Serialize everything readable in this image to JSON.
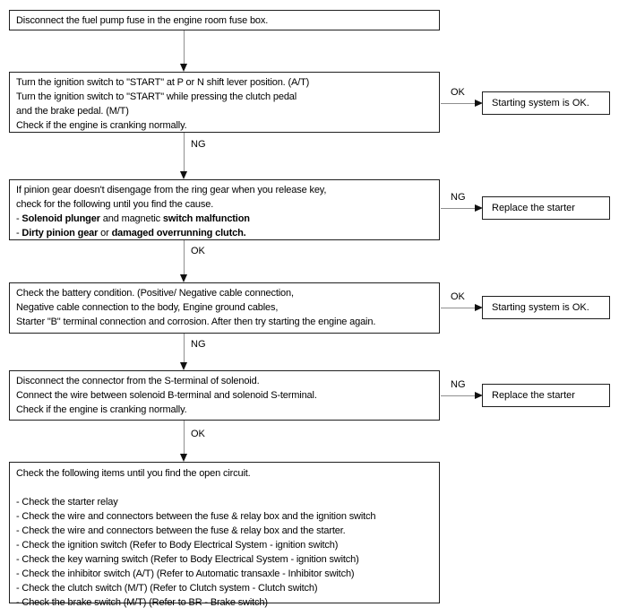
{
  "flowchart": {
    "steps": {
      "s1": {
        "l1": "Disconnect the fuel pump fuse in the engine room fuse box."
      },
      "s2": {
        "l1": "Turn the ignition switch to \"START\" at P or N shift lever position. (A/T)",
        "l2": "Turn the ignition switch to \"START\" while pressing the clutch pedal",
        "l3": "and the brake pedal. (M/T)",
        "l4": "Check if the engine is cranking normally."
      },
      "s3": {
        "l1": "If pinion gear doesn't disengage from the ring gear when you release key,",
        "l2": "check for the following until you find the cause.",
        "l3_dash": "- ",
        "l3_b1": "Solenoid plunger",
        "l3_t1": " and magnetic ",
        "l3_b2": "switch malfunction",
        "l4_dash": "- ",
        "l4_b1": "Dirty pinion gear",
        "l4_t1": " or ",
        "l4_b2": "damaged overrunning clutch."
      },
      "s4": {
        "l1": "Check the battery condition. (Positive/ Negative cable connection,",
        "l2": "Negative cable connection to the body, Engine ground cables,",
        "l3": "Starter \"B\" terminal connection and corrosion. After then try starting the engine again."
      },
      "s5": {
        "l1": "Disconnect the connector from the S-terminal of solenoid.",
        "l2": "Connect the wire between solenoid B-terminal and solenoid S-terminal.",
        "l3": "Check if the engine is cranking normally."
      },
      "s6": {
        "l1": "Check the following items until you find the open circuit.",
        "l2": "",
        "l3": "- Check the starter relay",
        "l4": "- Check the wire and connectors between the fuse & relay box and the ignition switch",
        "l5": "- Check the wire and connectors between the fuse & relay box and the starter.",
        "l6": "- Check the ignition switch (Refer to Body Electrical System - ignition switch)",
        "l7": "- Check the key warning switch (Refer to Body Electrical System - ignition switch)",
        "l8": "- Check the inhibitor switch (A/T) (Refer to Automatic transaxle - Inhibitor switch)",
        "l9": "- Check the clutch switch (M/T) (Refer to Clutch system - Clutch switch)",
        "l10": "- Check the brake switch (M/T) (Refer to BR - Brake switch)"
      }
    },
    "down_labels": {
      "d2": "NG",
      "d3": "OK",
      "d4": "NG",
      "d5": "OK"
    },
    "branches": {
      "b1": {
        "label": "OK",
        "result": "Starting system is OK."
      },
      "b2": {
        "label": "NG",
        "result": "Replace the starter"
      },
      "b3": {
        "label": "OK",
        "result": "Starting system is OK."
      },
      "b4": {
        "label": "NG",
        "result": "Replace the starter"
      }
    },
    "colors": {
      "background": "#ffffff",
      "box_border": "#1f1f1f",
      "connector_line": "#8f8f8f",
      "arrowhead": "#111111",
      "text": "#000000"
    }
  }
}
